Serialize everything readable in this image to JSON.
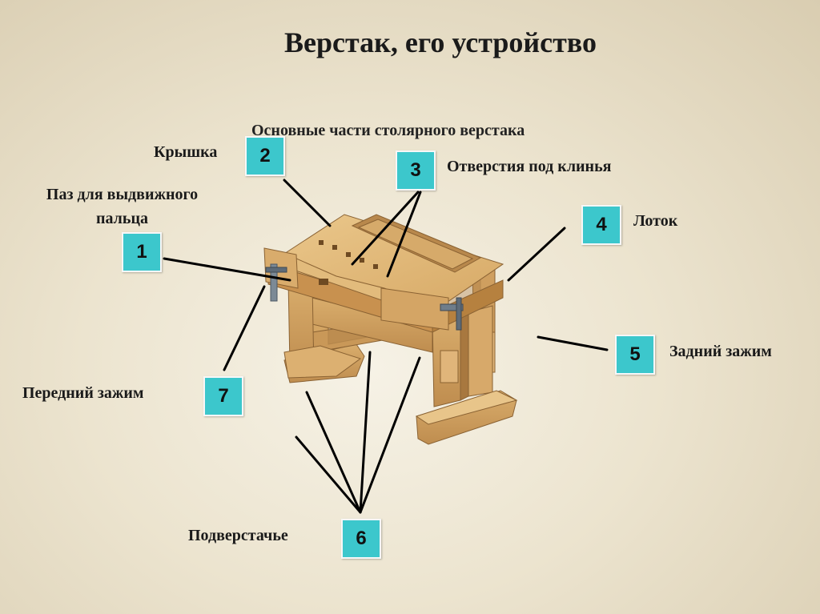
{
  "title": "Верстак, его устройство",
  "subtitle": "Основные части столярного верстака",
  "colors": {
    "badge": "#3cc7cc",
    "wood_light": "#e0b97d",
    "wood_dark": "#b98a4e",
    "line": "#000000"
  },
  "parts": [
    {
      "number": "1",
      "label": "Паз для выдвижного пальца"
    },
    {
      "number": "2",
      "label": "Крышка"
    },
    {
      "number": "3",
      "label": "Отверстия под клинья"
    },
    {
      "number": "4",
      "label": "Лоток"
    },
    {
      "number": "5",
      "label": "Задний зажим"
    },
    {
      "number": "6",
      "label": "Подверстачье"
    },
    {
      "number": "7",
      "label": "Передний зажим"
    }
  ]
}
